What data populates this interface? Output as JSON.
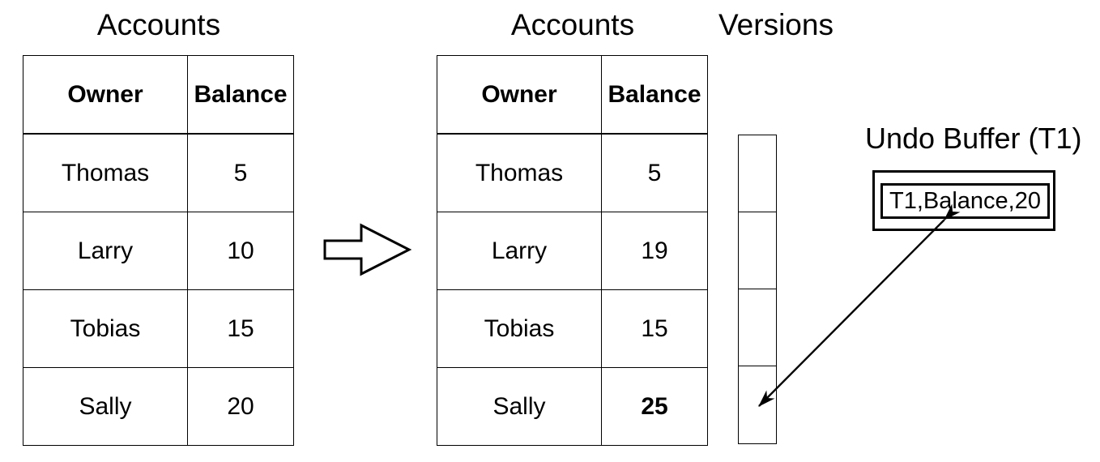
{
  "figure": {
    "background_color": "#ffffff",
    "stroke_color": "#000000"
  },
  "before": {
    "title": "Accounts",
    "columns": [
      "Owner",
      "Balance"
    ],
    "rows": [
      {
        "owner": "Thomas",
        "balance": "5",
        "balance_bold": false
      },
      {
        "owner": "Larry",
        "balance": "10",
        "balance_bold": false
      },
      {
        "owner": "Tobias",
        "balance": "15",
        "balance_bold": false
      },
      {
        "owner": "Sally",
        "balance": "20",
        "balance_bold": false
      }
    ]
  },
  "after": {
    "title": "Accounts",
    "columns": [
      "Owner",
      "Balance"
    ],
    "rows": [
      {
        "owner": "Thomas",
        "balance": "5",
        "balance_bold": false
      },
      {
        "owner": "Larry",
        "balance": "19",
        "balance_bold": false
      },
      {
        "owner": "Tobias",
        "balance": "15",
        "balance_bold": false
      },
      {
        "owner": "Sally",
        "balance": "25",
        "balance_bold": true
      }
    ]
  },
  "versions": {
    "title": "Versions",
    "cells": [
      "",
      "",
      "",
      ""
    ],
    "linked_cell_index": 3
  },
  "undo_buffer": {
    "title": "Undo Buffer (T1)",
    "entry": "T1,Balance,20"
  },
  "transition_arrow": {
    "name": "block-arrow-right",
    "direction": "right"
  },
  "link_arrow": {
    "name": "double-headed-link-arrow",
    "from": "undo-buffer-entry",
    "to": "versions-cell-4"
  }
}
